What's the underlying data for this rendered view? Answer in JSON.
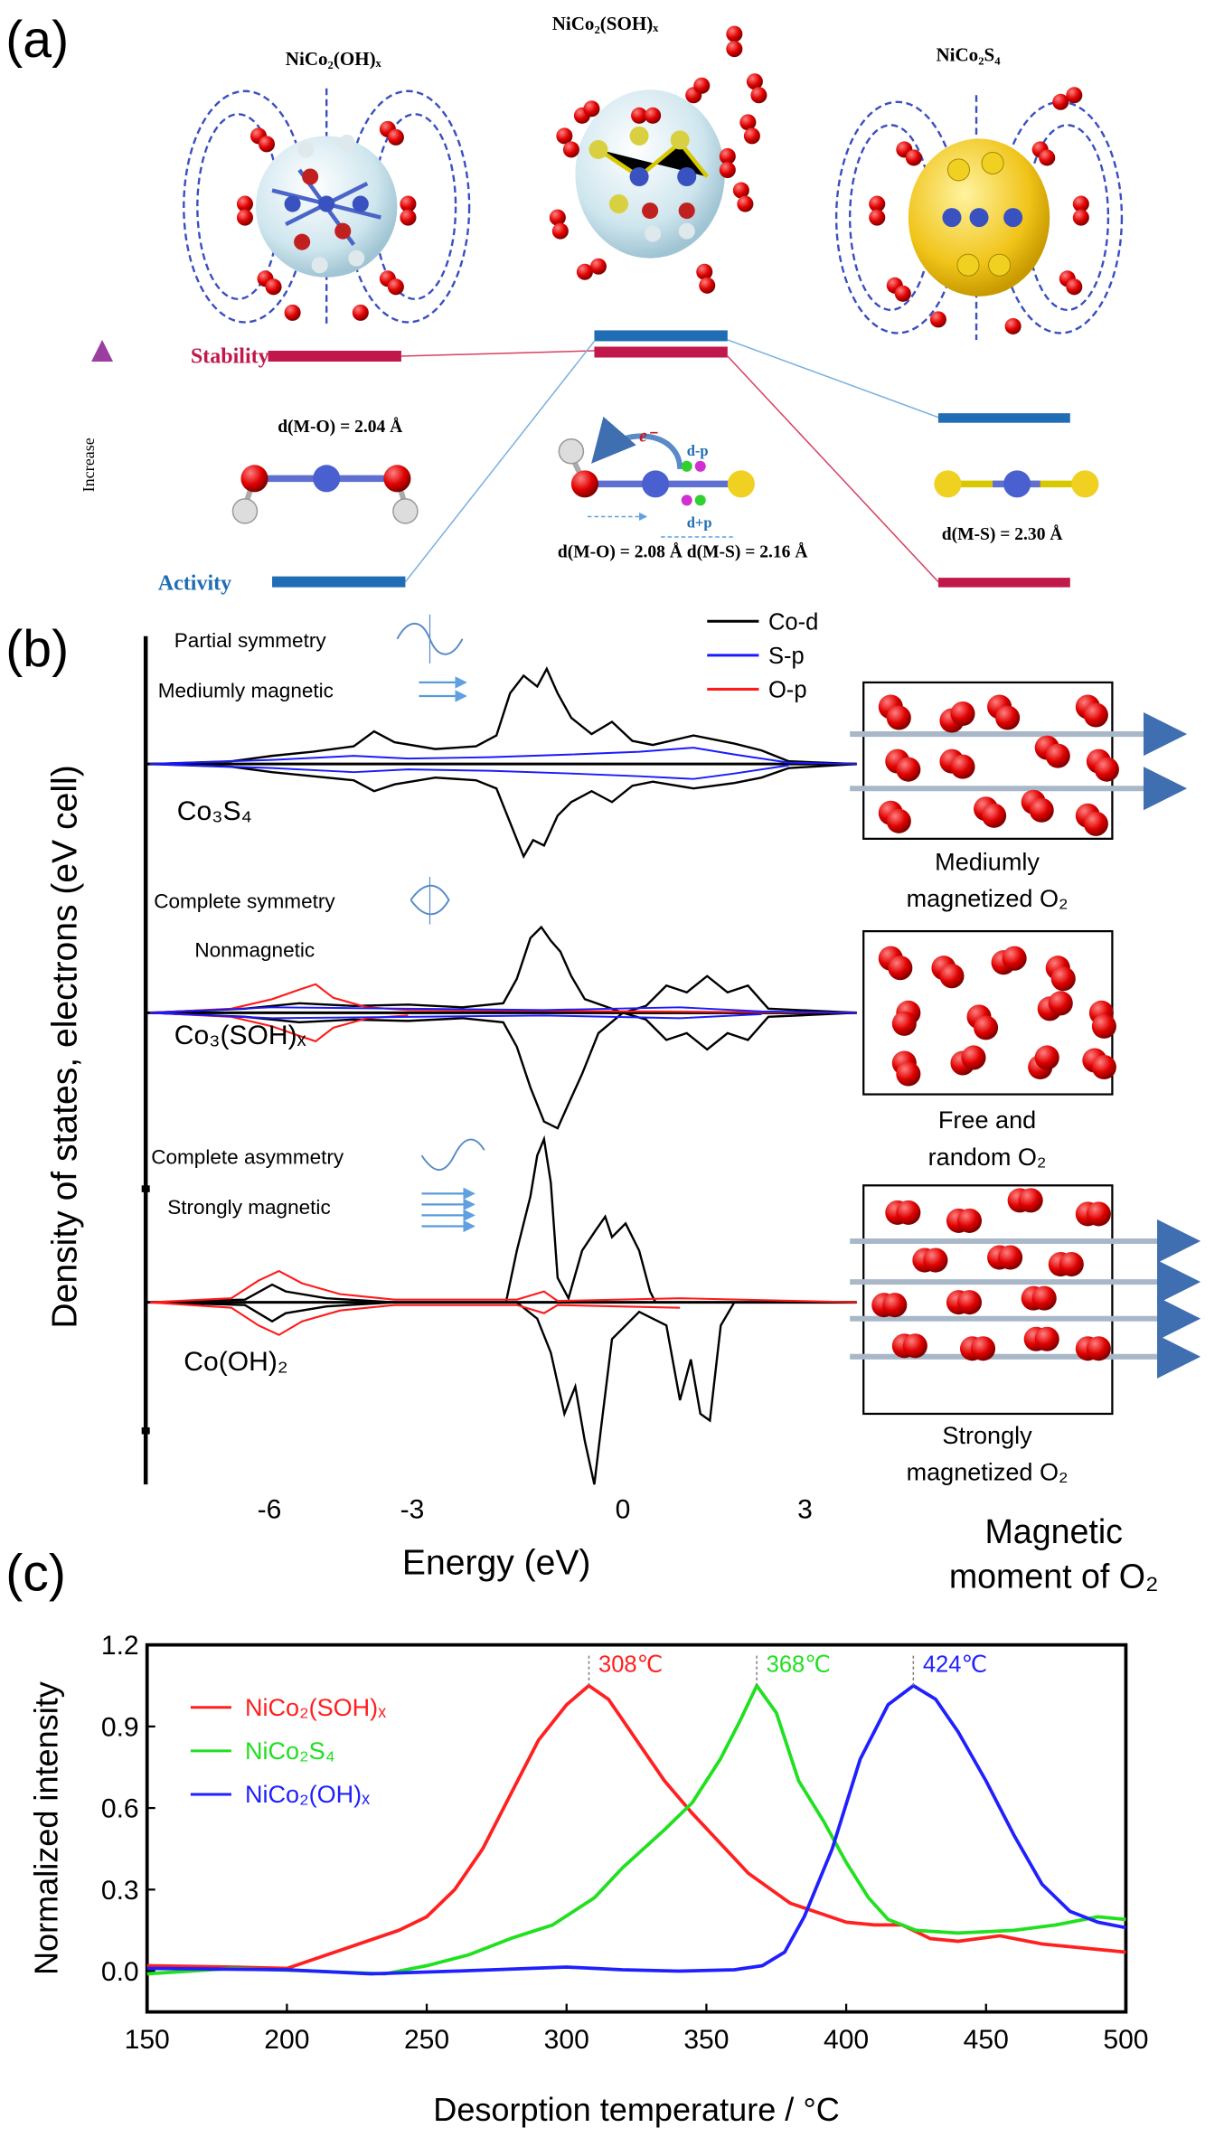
{
  "panel_a": {
    "label": "(a)",
    "structures": [
      "NiCo₂(OH)ₓ",
      "NiCo₂(SOH)ₓ",
      "NiCo₂S₄"
    ],
    "stability_label": "Stability",
    "activity_label": "Activity",
    "increase_label": "Increase",
    "bond_left": "d(M-O) = 2.04 Å",
    "bond_mid_o": "d(M-O) = 2.08 Å",
    "bond_mid_s": "d(M-S) = 2.16 Å",
    "bond_right": "d(M-S) = 2.30 Å",
    "electron": "e⁻",
    "orbital_top": "d-p",
    "orbital_bottom": "d+p",
    "colors": {
      "stability": "#c0184a",
      "activity": "#1f6db4"
    }
  },
  "panel_b": {
    "label": "(b)",
    "ylabel": "Density of states, electrons (eV cell)",
    "xlabel": "Energy (eV)",
    "xticks": [
      "-6",
      "-3",
      "0",
      "3"
    ],
    "legend": [
      {
        "name": "Co-d",
        "color": "#000000"
      },
      {
        "name": "S-p",
        "color": "#1a1aff"
      },
      {
        "name": "O-p",
        "color": "#ff1a1a"
      }
    ],
    "rows": [
      {
        "compound": "Co₃S₄",
        "symmetry": "Partial symmetry",
        "magnetism": "Mediumly magnetic",
        "caption1": "Mediumly",
        "caption2": "magnetized O₂"
      },
      {
        "compound": "Co₃(SOH)ₓ",
        "symmetry": "Complete symmetry",
        "magnetism": "Nonmagnetic",
        "caption1": "Free and",
        "caption2": "random O₂"
      },
      {
        "compound": "Co(OH)₂",
        "symmetry": "Complete asymmetry",
        "magnetism": "Strongly magnetic",
        "caption1": "Strongly",
        "caption2": "magnetized O₂"
      }
    ],
    "right_title1": "Magnetic",
    "right_title2": "moment of O₂"
  },
  "panel_c": {
    "label": "(c)"
  },
  "chart_data": {
    "type": "line",
    "title": "",
    "xlabel": "Desorption temperature / °C",
    "ylabel": "Normalized intensity",
    "xlim": [
      150,
      500
    ],
    "ylim": [
      -0.15,
      1.2
    ],
    "xticks": [
      150,
      200,
      250,
      300,
      350,
      400,
      450,
      500
    ],
    "yticks": [
      0.0,
      0.3,
      0.6,
      0.9,
      1.2
    ],
    "ytick_labels": [
      "0.0",
      "0.3",
      "0.6",
      "0.9",
      "1.2"
    ],
    "legend_position": "top-left",
    "series": [
      {
        "name": "NiCo₂(SOH)ₓ",
        "color": "#ff2020",
        "peak": 308,
        "peak_label": "308℃",
        "x": [
          150,
          180,
          200,
          220,
          240,
          250,
          260,
          270,
          280,
          290,
          300,
          308,
          315,
          325,
          335,
          345,
          355,
          365,
          380,
          400,
          410,
          420,
          430,
          440,
          455,
          470,
          490,
          500
        ],
        "y": [
          0.02,
          0.015,
          0.01,
          0.08,
          0.15,
          0.2,
          0.3,
          0.45,
          0.65,
          0.85,
          0.98,
          1.05,
          1.0,
          0.85,
          0.7,
          0.58,
          0.47,
          0.36,
          0.25,
          0.18,
          0.17,
          0.17,
          0.12,
          0.11,
          0.13,
          0.1,
          0.08,
          0.07
        ]
      },
      {
        "name": "NiCo₂S₄",
        "color": "#20e020",
        "peak": 368,
        "peak_label": "368℃",
        "x": [
          150,
          180,
          210,
          235,
          250,
          265,
          280,
          295,
          310,
          320,
          335,
          345,
          355,
          362,
          368,
          375,
          383,
          392,
          400,
          408,
          415,
          425,
          440,
          460,
          475,
          490,
          500
        ],
        "y": [
          -0.01,
          0.01,
          0.0,
          -0.01,
          0.02,
          0.06,
          0.12,
          0.17,
          0.27,
          0.38,
          0.52,
          0.62,
          0.78,
          0.92,
          1.05,
          0.95,
          0.7,
          0.55,
          0.4,
          0.27,
          0.19,
          0.15,
          0.14,
          0.15,
          0.17,
          0.2,
          0.19
        ]
      },
      {
        "name": "NiCo₂(OH)ₓ",
        "color": "#2020ff",
        "peak": 424,
        "peak_label": "424℃",
        "x": [
          150,
          200,
          230,
          260,
          300,
          320,
          340,
          360,
          370,
          378,
          385,
          395,
          405,
          415,
          424,
          432,
          440,
          450,
          460,
          470,
          480,
          490,
          500
        ],
        "y": [
          0.01,
          0.005,
          -0.01,
          0.0,
          0.015,
          0.005,
          0.0,
          0.005,
          0.02,
          0.07,
          0.2,
          0.45,
          0.78,
          0.98,
          1.05,
          1.0,
          0.88,
          0.7,
          0.5,
          0.32,
          0.22,
          0.18,
          0.16
        ]
      }
    ]
  }
}
